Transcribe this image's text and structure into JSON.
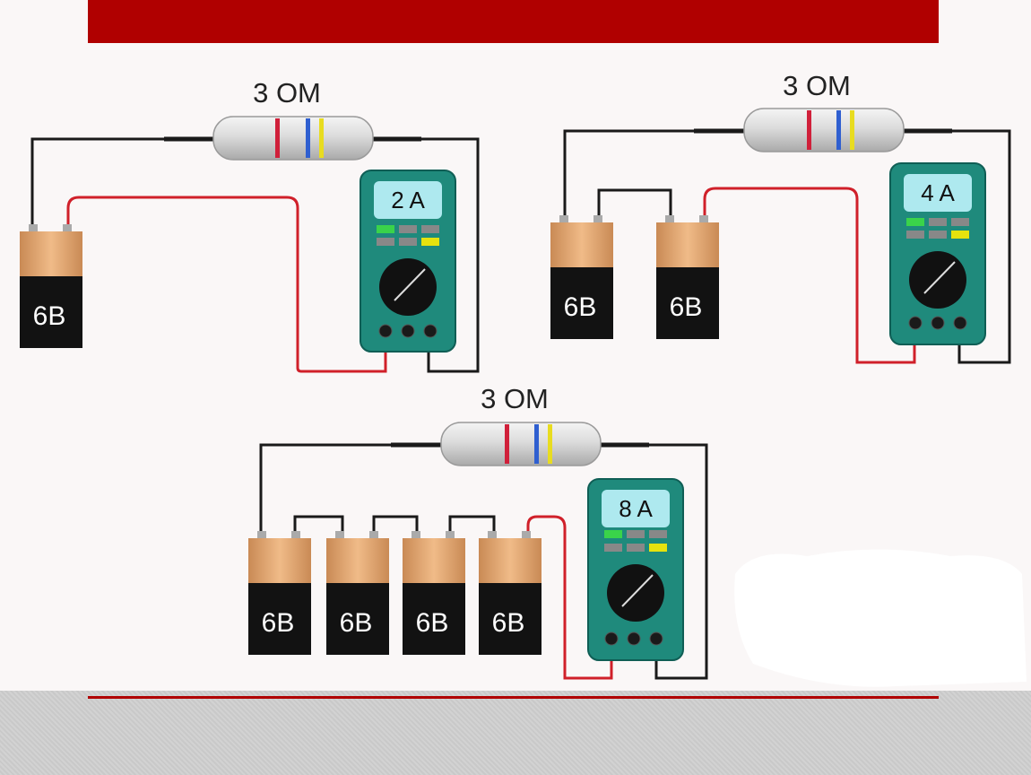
{
  "colors": {
    "accent_red": "#b00000",
    "wire_red": "#d0202a",
    "wire_black": "#1a1a1a",
    "meter_body": "#1f8a7c",
    "meter_screen": "#aee9ef",
    "battery_top": "#dba06a",
    "battery_body": "#121212"
  },
  "circuits": [
    {
      "resistor_label": "3 OM",
      "battery_labels": [
        "6B"
      ],
      "meter_reading": "2 A"
    },
    {
      "resistor_label": "3 OM",
      "battery_labels": [
        "6B",
        "6B"
      ],
      "meter_reading": "4 A"
    },
    {
      "resistor_label": "3 OM",
      "battery_labels": [
        "6B",
        "6B",
        "6B",
        "6B"
      ],
      "meter_reading": "8 A"
    }
  ]
}
